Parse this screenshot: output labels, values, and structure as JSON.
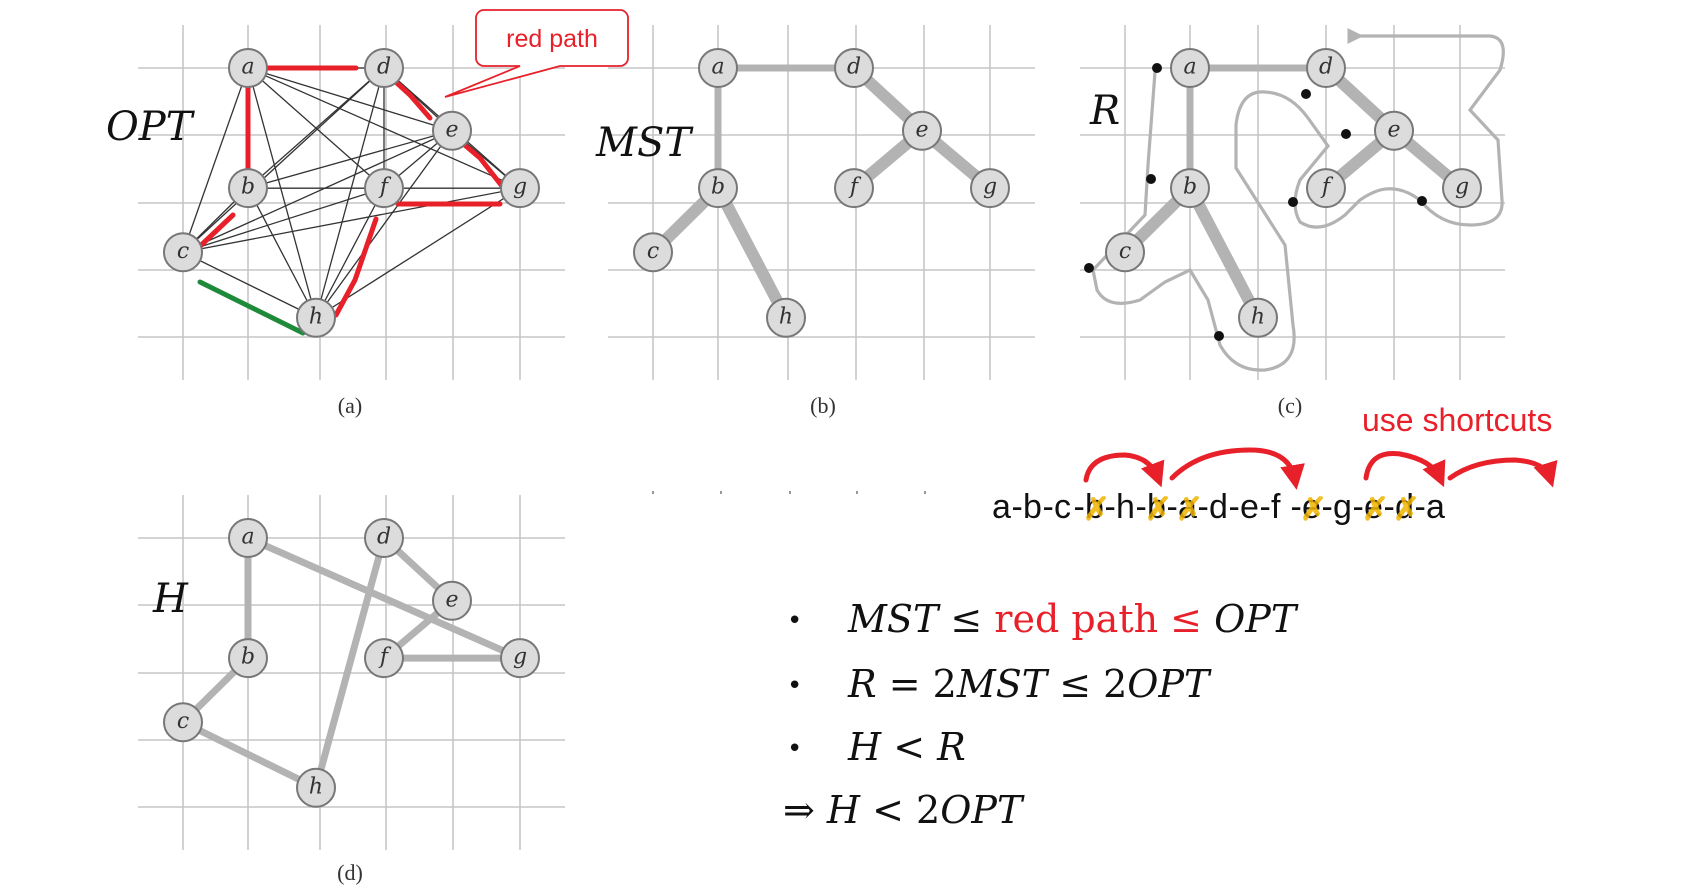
{
  "panels": {
    "a": {
      "title": "OPT",
      "caption": "(a)"
    },
    "b": {
      "title": "MST",
      "caption": "(b)"
    },
    "c": {
      "title": "R",
      "caption": "(c)"
    },
    "d": {
      "title": "H",
      "caption": "(d)"
    }
  },
  "nodes": {
    "a": "a",
    "b": "b",
    "c": "c",
    "d": "d",
    "e": "e",
    "f": "f",
    "g": "g",
    "h": "h"
  },
  "callout": {
    "text": "red path"
  },
  "shortcuts": {
    "label": "use shortcuts",
    "sequence": [
      "a",
      "-",
      "b",
      "-",
      "c",
      "-",
      "b",
      "-",
      "h",
      "-",
      "b",
      "-",
      "a",
      "-",
      "d",
      "-",
      "e",
      "-",
      "f",
      "-",
      "e",
      "-",
      "g",
      "-",
      "e",
      "-",
      "d",
      "-",
      "a"
    ],
    "crossed_positions": [
      6,
      10,
      12,
      20,
      24,
      26
    ]
  },
  "colors": {
    "red": "#e8202a",
    "green": "#1f8a3a",
    "gray_edge": "#b3b3b3",
    "cross": "#f0b400"
  },
  "statements": [
    {
      "bullet": "•",
      "parts": [
        {
          "t": "MST",
          "style": "it"
        },
        {
          "t": " ≤ ",
          "style": ""
        },
        {
          "t": "red path",
          "style": "red"
        },
        {
          "t": " ≤ ",
          "style": "red"
        },
        {
          "t": "OPT",
          "style": "it"
        }
      ]
    },
    {
      "bullet": "•",
      "parts": [
        {
          "t": "R",
          "style": "it"
        },
        {
          "t": " = 2",
          "style": ""
        },
        {
          "t": "MST",
          "style": "it"
        },
        {
          "t": " ≤ 2",
          "style": ""
        },
        {
          "t": "OPT",
          "style": "it"
        }
      ]
    },
    {
      "bullet": "•",
      "parts": [
        {
          "t": "H",
          "style": "it"
        },
        {
          "t": " < ",
          "style": ""
        },
        {
          "t": "R",
          "style": "it"
        }
      ]
    },
    {
      "bullet": "",
      "parts": [
        {
          "t": "⇒ ",
          "style": ""
        },
        {
          "t": "H",
          "style": "it"
        },
        {
          "t": " < 2",
          "style": ""
        },
        {
          "t": "OPT",
          "style": "it"
        }
      ]
    }
  ]
}
